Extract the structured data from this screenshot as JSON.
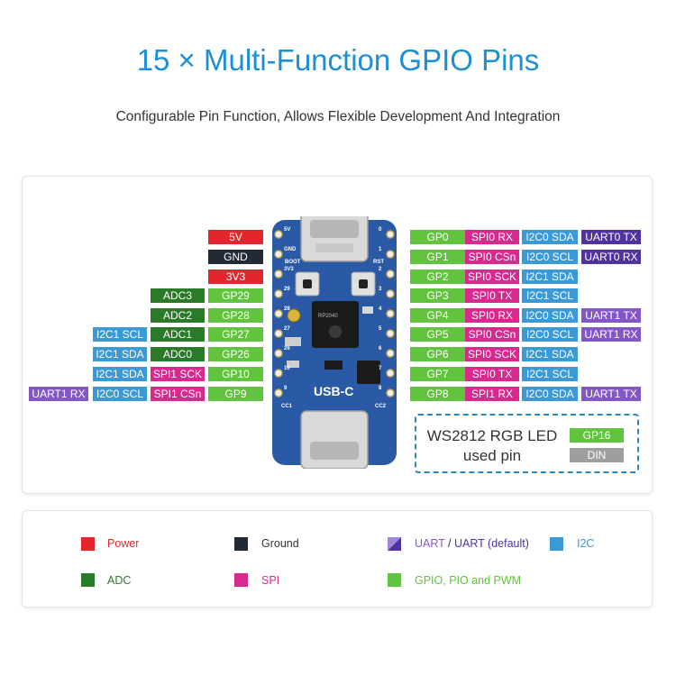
{
  "header": {
    "title": "15 × Multi-Function GPIO Pins",
    "subtitle": "Configurable Pin Function, Allows Flexible Development And Integration"
  },
  "colors": {
    "power": "#e3262e",
    "ground": "#232a35",
    "adc": "#2a7a2a",
    "spi": "#d9298f",
    "uart": "#8457c6",
    "uart_default": "#5033a0",
    "i2c": "#3b9ad6",
    "gpio": "#62c33e",
    "din": "#9e9e9e"
  },
  "left_pins": [
    {
      "labels": [
        {
          "text": "5V",
          "type": "power"
        }
      ]
    },
    {
      "labels": [
        {
          "text": "GND",
          "type": "ground"
        }
      ]
    },
    {
      "labels": [
        {
          "text": "3V3",
          "type": "power"
        }
      ]
    },
    {
      "labels": [
        {
          "text": "ADC3",
          "type": "adc"
        },
        {
          "text": "GP29",
          "type": "gpio"
        }
      ]
    },
    {
      "labels": [
        {
          "text": "ADC2",
          "type": "adc"
        },
        {
          "text": "GP28",
          "type": "gpio"
        }
      ]
    },
    {
      "labels": [
        {
          "text": "I2C1 SCL",
          "type": "i2c"
        },
        {
          "text": "ADC1",
          "type": "adc"
        },
        {
          "text": "GP27",
          "type": "gpio"
        }
      ]
    },
    {
      "labels": [
        {
          "text": "I2C1 SDA",
          "type": "i2c"
        },
        {
          "text": "ADC0",
          "type": "adc"
        },
        {
          "text": "GP26",
          "type": "gpio"
        }
      ]
    },
    {
      "labels": [
        {
          "text": "I2C1 SDA",
          "type": "i2c"
        },
        {
          "text": "SPI1 SCK",
          "type": "spi"
        },
        {
          "text": "GP10",
          "type": "gpio"
        }
      ]
    },
    {
      "labels": [
        {
          "text": "UART1 RX",
          "type": "uart"
        },
        {
          "text": "I2C0 SCL",
          "type": "i2c"
        },
        {
          "text": "SPI1 CSn",
          "type": "spi"
        },
        {
          "text": "GP9",
          "type": "gpio"
        }
      ]
    }
  ],
  "right_pins": [
    {
      "labels": [
        {
          "text": "GP0",
          "type": "gpio"
        },
        {
          "text": "SPI0 RX",
          "type": "spi"
        },
        {
          "text": "I2C0 SDA",
          "type": "i2c"
        },
        {
          "text": "UART0 TX",
          "type": "uart_default"
        }
      ]
    },
    {
      "labels": [
        {
          "text": "GP1",
          "type": "gpio"
        },
        {
          "text": "SPI0 CSn",
          "type": "spi"
        },
        {
          "text": "I2C0 SCL",
          "type": "i2c"
        },
        {
          "text": "UART0 RX",
          "type": "uart_default"
        }
      ]
    },
    {
      "labels": [
        {
          "text": "GP2",
          "type": "gpio"
        },
        {
          "text": "SPI0 SCK",
          "type": "spi"
        },
        {
          "text": "I2C1 SDA",
          "type": "i2c"
        }
      ]
    },
    {
      "labels": [
        {
          "text": "GP3",
          "type": "gpio"
        },
        {
          "text": "SPI0 TX",
          "type": "spi"
        },
        {
          "text": "I2C1 SCL",
          "type": "i2c"
        }
      ]
    },
    {
      "labels": [
        {
          "text": "GP4",
          "type": "gpio"
        },
        {
          "text": "SPI0 RX",
          "type": "spi"
        },
        {
          "text": "I2C0 SDA",
          "type": "i2c"
        },
        {
          "text": "UART1 TX",
          "type": "uart"
        }
      ]
    },
    {
      "labels": [
        {
          "text": "GP5",
          "type": "gpio"
        },
        {
          "text": "SPI0 CSn",
          "type": "spi"
        },
        {
          "text": "I2C0 SCL",
          "type": "i2c"
        },
        {
          "text": "UART1 RX",
          "type": "uart"
        }
      ]
    },
    {
      "labels": [
        {
          "text": "GP6",
          "type": "gpio"
        },
        {
          "text": "SPI0 SCK",
          "type": "spi"
        },
        {
          "text": "I2C1 SDA",
          "type": "i2c"
        }
      ]
    },
    {
      "labels": [
        {
          "text": "GP7",
          "type": "gpio"
        },
        {
          "text": "SPI0 TX",
          "type": "spi"
        },
        {
          "text": "I2C1 SCL",
          "type": "i2c"
        }
      ]
    },
    {
      "labels": [
        {
          "text": "GP8",
          "type": "gpio"
        },
        {
          "text": "SPI1 RX",
          "type": "spi"
        },
        {
          "text": "I2C0 SDA",
          "type": "i2c"
        },
        {
          "text": "UART1 TX",
          "type": "uart"
        }
      ]
    }
  ],
  "board": {
    "usb_label": "USB-C",
    "silk_left": [
      "5V",
      "GND",
      "3V3",
      "29",
      "28",
      "27",
      "26",
      "10",
      "9"
    ],
    "silk_right": [
      "0",
      "1",
      "2",
      "3",
      "4",
      "5",
      "6",
      "7",
      "8"
    ],
    "silk_misc": {
      "boot": "BOOT",
      "rst": "RST",
      "cc1": "CC1",
      "cc2": "CC2"
    },
    "chip_text": "RP2040"
  },
  "led": {
    "line1": "WS2812 RGB LED",
    "line2": "used pin",
    "gpio_tag": "GP16",
    "din_tag": "DIN"
  },
  "legend": {
    "items": [
      {
        "id": "power",
        "label": "Power",
        "color": "#e3262e"
      },
      {
        "id": "ground",
        "label": "Ground",
        "color": "#232a35"
      },
      {
        "id": "uart",
        "label_a": "UART",
        "sep": " / ",
        "label_b": "UART (default)"
      },
      {
        "id": "i2c",
        "label": "I2C",
        "color": "#3b9ad6"
      },
      {
        "id": "adc",
        "label": "ADC",
        "color": "#2a7a2a"
      },
      {
        "id": "spi",
        "label": "SPI",
        "color": "#d9298f"
      },
      {
        "id": "gpio",
        "label": "GPIO, PIO and PWM",
        "color": "#62c33e"
      }
    ]
  }
}
